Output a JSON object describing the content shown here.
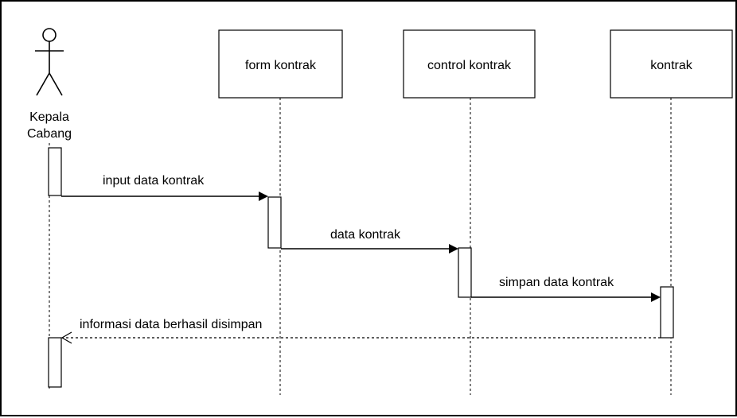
{
  "actor": {
    "label_line1": "Kepala",
    "label_line2": "Cabang"
  },
  "lifelines": [
    {
      "label": "form kontrak"
    },
    {
      "label": "control kontrak"
    },
    {
      "label": "kontrak"
    }
  ],
  "messages": [
    {
      "label": "input data kontrak"
    },
    {
      "label": "data kontrak"
    },
    {
      "label": "simpan data kontrak"
    },
    {
      "label": "informasi data berhasil disimpan"
    }
  ]
}
